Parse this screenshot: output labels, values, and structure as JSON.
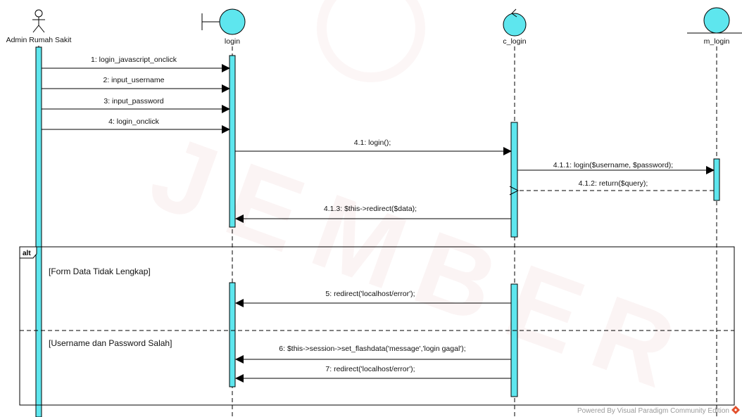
{
  "participants": [
    {
      "id": "admin",
      "name": "Admin Rumah Sakit",
      "kind": "actor"
    },
    {
      "id": "login",
      "name": "login",
      "kind": "boundary"
    },
    {
      "id": "c_login",
      "name": "c_login",
      "kind": "control"
    },
    {
      "id": "m_login",
      "name": "m_login",
      "kind": "entity"
    }
  ],
  "messages": [
    {
      "id": "m1",
      "label": "1: login_javascript_onclick",
      "from": "admin",
      "to": "login",
      "type": "sync"
    },
    {
      "id": "m2",
      "label": "2: input_username",
      "from": "admin",
      "to": "login",
      "type": "sync"
    },
    {
      "id": "m3",
      "label": "3: input_password",
      "from": "admin",
      "to": "login",
      "type": "sync"
    },
    {
      "id": "m4",
      "label": "4: login_onclick",
      "from": "admin",
      "to": "login",
      "type": "sync"
    },
    {
      "id": "m5",
      "label": "4.1: login();",
      "from": "login",
      "to": "c_login",
      "type": "sync"
    },
    {
      "id": "m6",
      "label": "4.1.1: login($username, $password);",
      "from": "c_login",
      "to": "m_login",
      "type": "sync"
    },
    {
      "id": "m7",
      "label": "4.1.2: return($query);",
      "from": "m_login",
      "to": "c_login",
      "type": "return"
    },
    {
      "id": "m8",
      "label": "4.1.3: $this->redirect($data);",
      "from": "c_login",
      "to": "login",
      "type": "sync"
    },
    {
      "id": "m9",
      "label": "5: redirect('localhost/error');",
      "from": "c_login",
      "to": "login",
      "type": "sync"
    },
    {
      "id": "m10",
      "label": "6: $this->session->set_flashdata('message','login gagal');",
      "from": "c_login",
      "to": "login",
      "type": "sync"
    },
    {
      "id": "m11",
      "label": "7: redirect('localhost/error');",
      "from": "c_login",
      "to": "login",
      "type": "sync"
    }
  ],
  "fragment": {
    "operator": "alt",
    "guards": [
      "[Form Data Tidak Lengkap]",
      "[Username dan Password Salah]"
    ]
  },
  "watermark": "JEMBER",
  "footer": "Powered By  Visual Paradigm Community Edition",
  "colors": {
    "activation": "#5ee6ee",
    "stroke": "#000000",
    "watermark": "#b32020",
    "footer_logo": "#e2502c"
  }
}
